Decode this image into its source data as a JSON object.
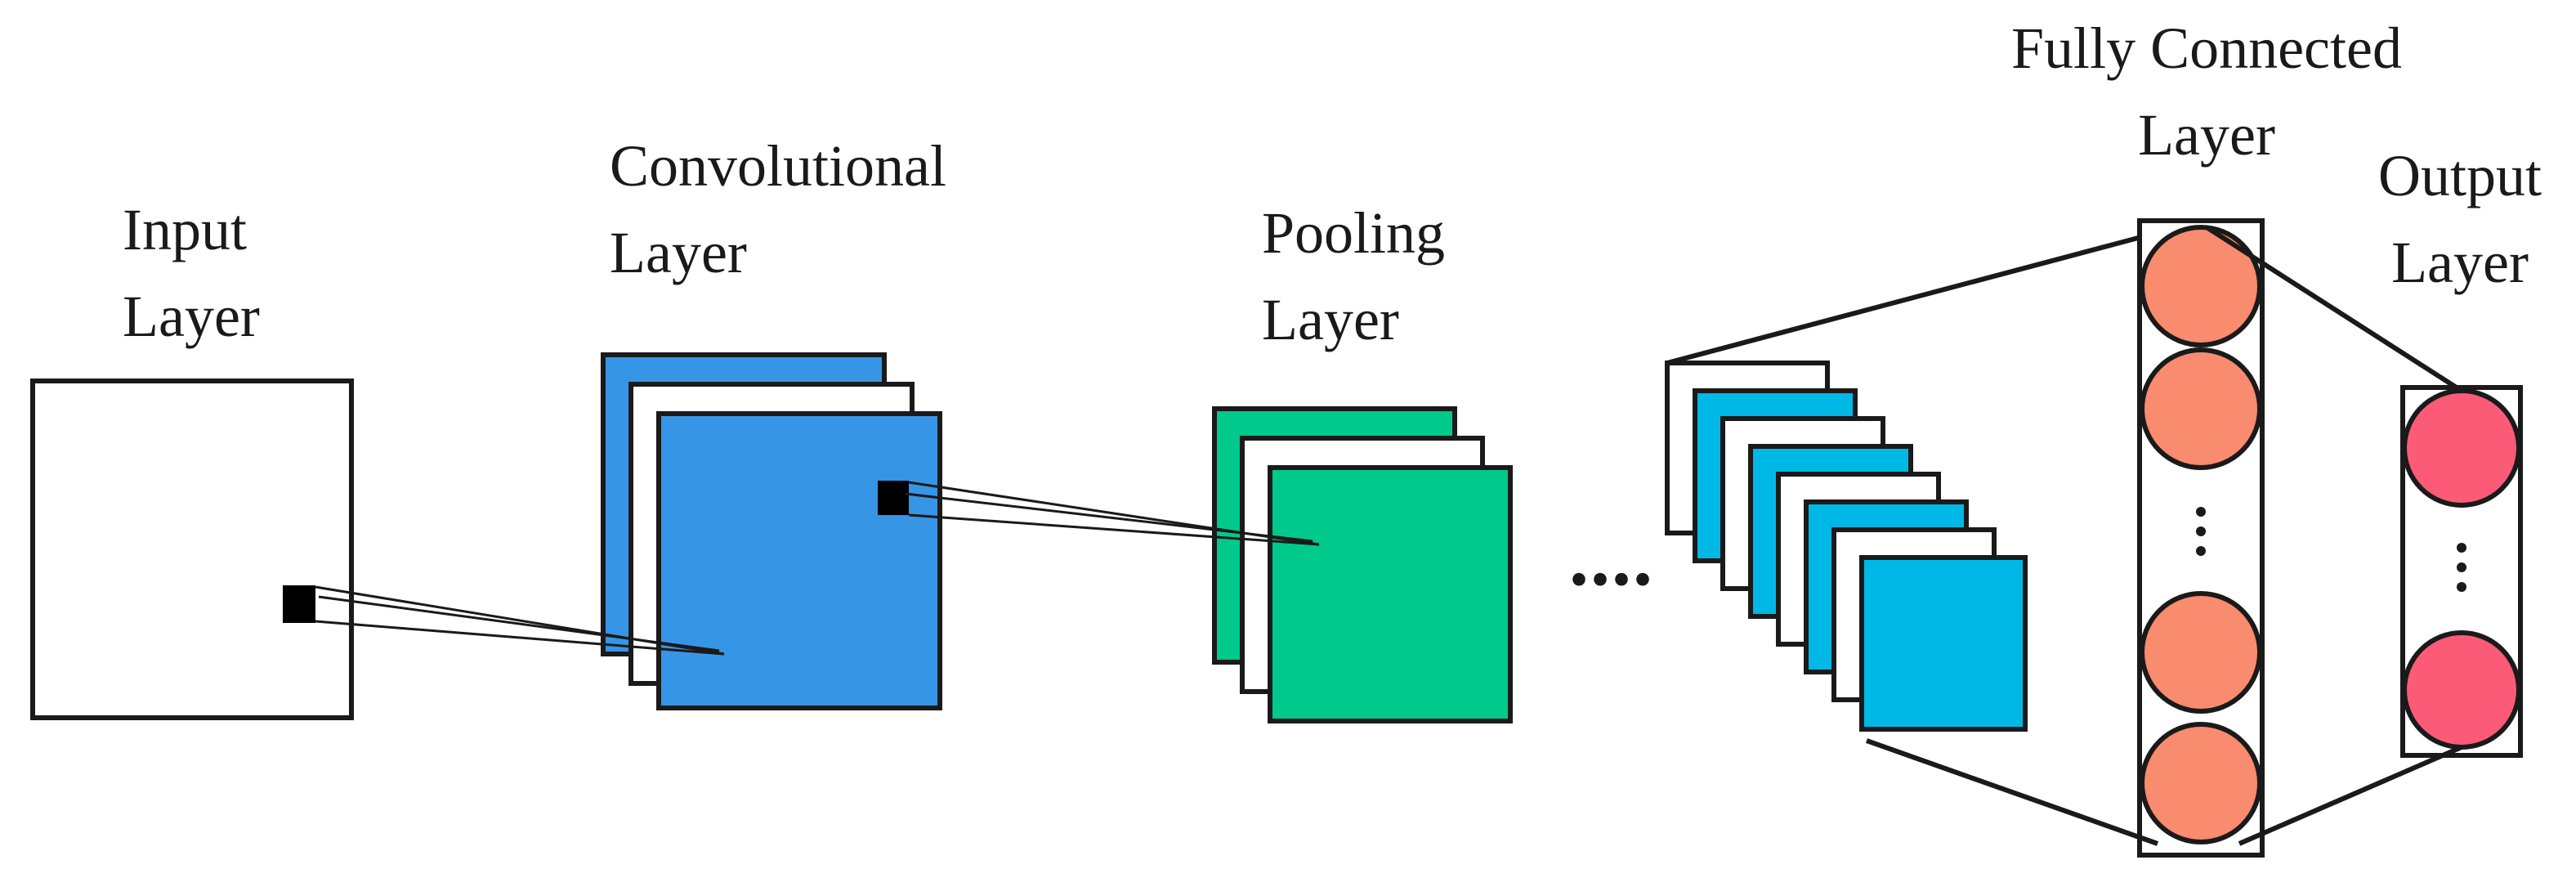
{
  "layers": {
    "input": {
      "line1": "Input",
      "line2": "Layer"
    },
    "conv": {
      "line1": "Convolutional",
      "line2": "Layer"
    },
    "pool": {
      "line1": "Pooling",
      "line2": "Layer"
    },
    "fc": {
      "line1": "Fully Connected",
      "line2": "Layer"
    },
    "output": {
      "line1": "Output",
      "line2": "Layer"
    }
  },
  "ellipsis": "....",
  "colors": {
    "conv": "#3795e6",
    "pool": "#00c98c",
    "feature": "#00b8e6",
    "fc_neuron": "#f98b6e",
    "output_neuron": "#fb5b76",
    "stroke": "#1a1a1a"
  }
}
